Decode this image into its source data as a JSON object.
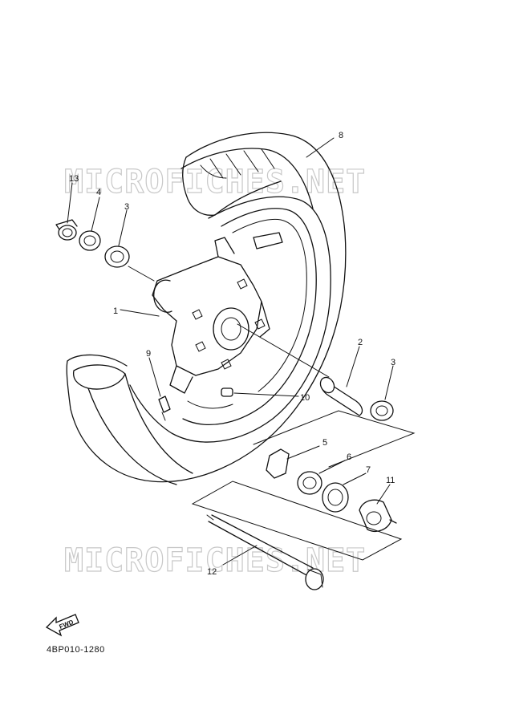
{
  "watermark": "MICROFICHES.NET",
  "fwd_label": "FWD",
  "diagram_code": "4BP010-1280",
  "callouts": {
    "c1": "1",
    "c2": "2",
    "c3a": "3",
    "c3b": "3",
    "c4": "4",
    "c5": "5",
    "c6": "6",
    "c7": "7",
    "c8": "8",
    "c9": "9",
    "c10": "10",
    "c11": "11",
    "c12": "12",
    "c13": "13"
  }
}
